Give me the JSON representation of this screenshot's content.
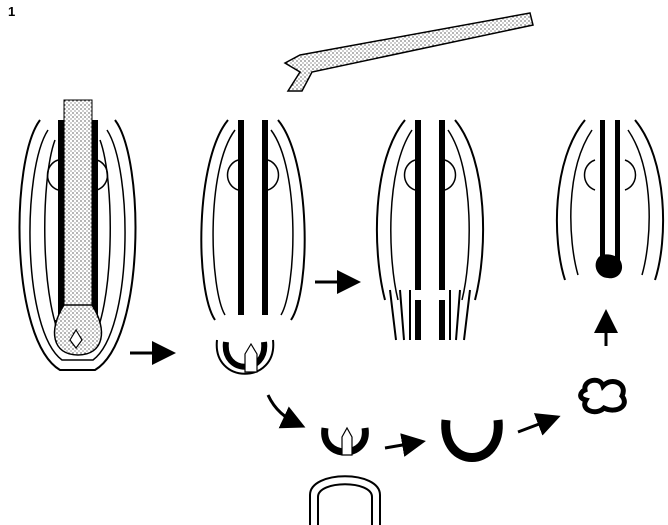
{
  "figure": {
    "label": "1"
  },
  "colors": {
    "ink": "#000000",
    "paper": "#ffffff",
    "stipple": "#d9d9d9"
  },
  "panels": [
    {
      "id": "intact-follicle-with-hair",
      "shows": "hair-follicle-with-hair-shaft"
    },
    {
      "id": "follicle-bulb-separating",
      "shows": "empty-follicle-with-detached-bulb"
    },
    {
      "id": "follicle-trimmed",
      "shows": "follicle-cut-into-strands"
    },
    {
      "id": "follicle-with-recombined-tissue",
      "shows": "follicle-with-dark-tissue-clump"
    }
  ],
  "elements": [
    {
      "id": "plucked-hair-shaft",
      "icon": "hair-shaft-icon"
    },
    {
      "id": "isolated-bulb",
      "icon": "bulb-cup-icon"
    },
    {
      "id": "bulb-on-holder",
      "icon": "bulb-holder-icon"
    },
    {
      "id": "empty-cup",
      "icon": "u-cup-icon"
    },
    {
      "id": "tissue-clump",
      "icon": "tissue-clump-icon"
    }
  ],
  "arrows": [
    {
      "from": "intact-follicle-with-hair",
      "to": "isolated-bulb"
    },
    {
      "from": "follicle-bulb-separating",
      "to": "follicle-trimmed"
    },
    {
      "from": "isolated-bulb",
      "to": "bulb-on-holder"
    },
    {
      "from": "bulb-on-holder",
      "to": "empty-cup"
    },
    {
      "from": "empty-cup",
      "to": "tissue-clump"
    },
    {
      "from": "tissue-clump",
      "to": "follicle-with-recombined-tissue"
    }
  ]
}
